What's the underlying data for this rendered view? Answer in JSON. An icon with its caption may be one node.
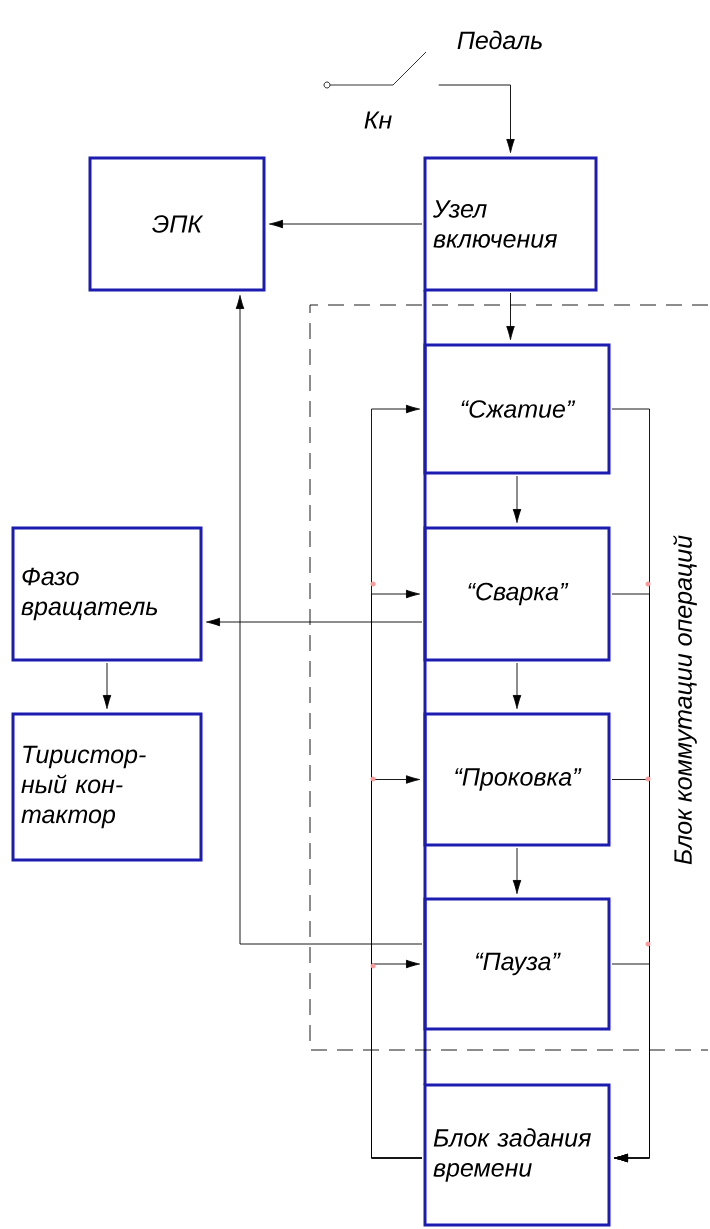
{
  "diagram": {
    "nodes": [
      {
        "text": [
          "Педаль",
          "Кн"
        ]
      },
      {
        "text": [
          "ЭПК"
        ]
      },
      {
        "text": [
          "Узел включения"
        ]
      },
      {
        "text": [
          "Блок коммутации операций"
        ]
      },
      {
        "text": [
          "“Сжатие”"
        ],
        "in": 3
      },
      {
        "text": [
          "“Сварка”"
        ],
        "in": 3
      },
      {
        "text": [
          "“Проковка”"
        ],
        "in": 3
      },
      {
        "text": [
          "“Пауза”"
        ],
        "in": 3
      },
      {
        "text": [
          "Фазо вращатель"
        ]
      },
      {
        "text": [
          "Тиристор- ный кон- тактор"
        ]
      },
      {
        "text": [
          "Блок задания времени"
        ]
      }
    ],
    "edges": [
      {
        "from": 0,
        "to": 2,
        "arrow": "to"
      },
      {
        "from": 2,
        "to": 1,
        "arrow": "to"
      },
      {
        "from": 2,
        "to": 4,
        "arrow": "to"
      },
      {
        "from": 4,
        "to": 5,
        "arrow": "to"
      },
      {
        "from": 5,
        "to": 6,
        "arrow": "to"
      },
      {
        "from": 6,
        "to": 7,
        "arrow": "to"
      },
      {
        "from": 5,
        "to": 8,
        "arrow": "to"
      },
      {
        "from": 8,
        "to": 9,
        "arrow": "to"
      },
      {
        "from": 7,
        "to": 1,
        "arrow": "to"
      },
      {
        "from": 4,
        "to": 10,
        "arrow": "to"
      },
      {
        "from": 5,
        "to": 10,
        "arrow": "to"
      },
      {
        "from": 6,
        "to": 10,
        "arrow": "to"
      },
      {
        "from": 7,
        "to": 10,
        "arrow": "to"
      },
      {
        "from": 10,
        "to": 4,
        "arrow": "to"
      },
      {
        "from": 10,
        "to": 5,
        "arrow": "to"
      },
      {
        "from": 10,
        "to": 6,
        "arrow": "to"
      },
      {
        "from": 10,
        "to": 7,
        "arrow": "to"
      }
    ]
  }
}
